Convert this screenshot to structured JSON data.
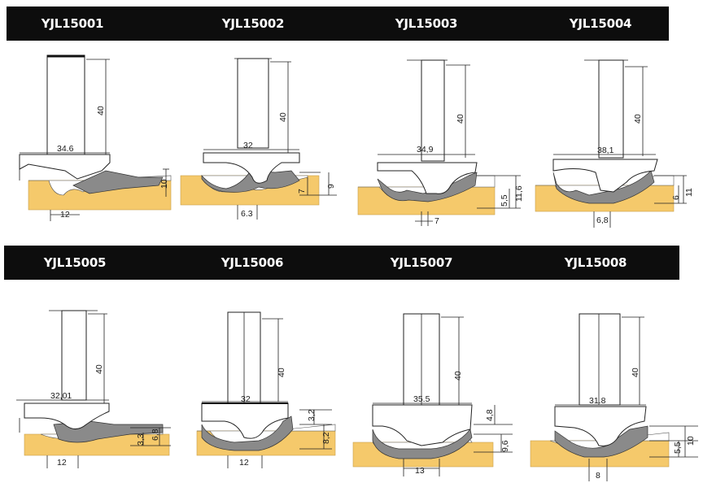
{
  "rows": [
    {
      "items": [
        {
          "code": "YJL15001",
          "width_dim": "34.6",
          "height_dim": "40",
          "right_dims": [
            "10"
          ],
          "bottom_dim": "12"
        },
        {
          "code": "YJL15002",
          "width_dim": "32",
          "height_dim": "40",
          "right_dims": [
            "7",
            "9"
          ],
          "bottom_dim": "6.3"
        },
        {
          "code": "YJL15003",
          "width_dim": "34,9",
          "height_dim": "40",
          "right_dims": [
            "5,5",
            "11,6"
          ],
          "bottom_dim": "7"
        },
        {
          "code": "YJL15004",
          "width_dim": "38,1",
          "height_dim": "40",
          "right_dims": [
            "6",
            "11"
          ],
          "bottom_dim": "6,8"
        }
      ]
    },
    {
      "items": [
        {
          "code": "YJL15005",
          "width_dim": "32,01",
          "height_dim": "40",
          "right_dims": [
            "3,3",
            "6,8"
          ],
          "bottom_dim": "12"
        },
        {
          "code": "YJL15006",
          "width_dim": "32",
          "height_dim": "40",
          "right_dims": [
            "3,2",
            "8,2"
          ],
          "bottom_dim": "12"
        },
        {
          "code": "YJL15007",
          "width_dim": "35.5",
          "height_dim": "40",
          "right_dims": [
            "4,8",
            "9,6"
          ],
          "bottom_dim": "13"
        },
        {
          "code": "YJL15008",
          "width_dim": "31.8",
          "height_dim": "40",
          "right_dims": [
            "5,5",
            "10"
          ],
          "bottom_dim": "8"
        }
      ]
    }
  ],
  "colors": {
    "band": "#0d0d0d",
    "wood": "#f5c96b",
    "cutter": "#8a8a8a"
  }
}
